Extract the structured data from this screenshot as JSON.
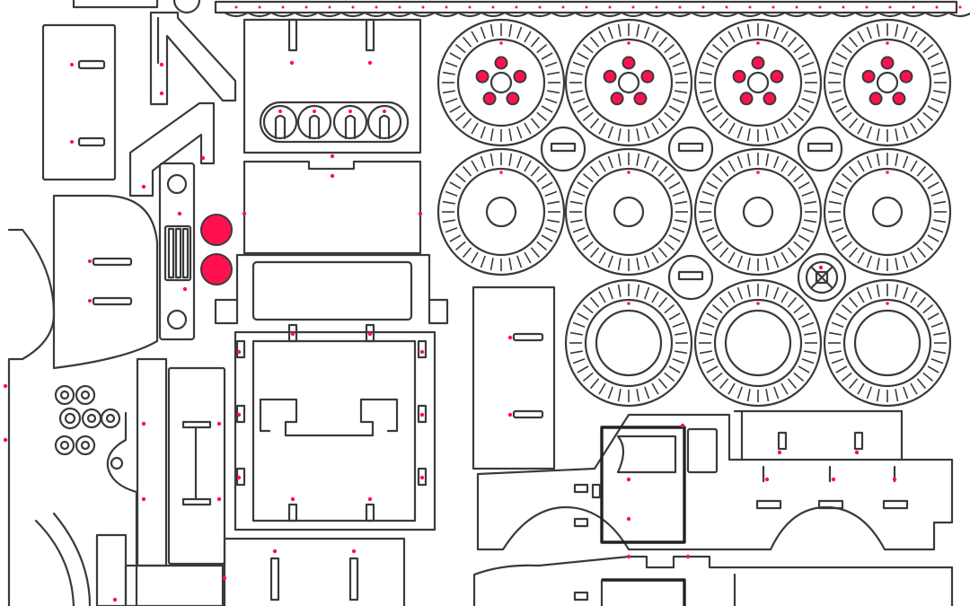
{
  "sheet": {
    "background": "#ffffff",
    "cut_line_color": "#3a3a3a",
    "engrave_color": "#ff1150"
  },
  "gears": {
    "rows": [
      {
        "count": 4,
        "hub": "bolt-pattern"
      },
      {
        "count": 4,
        "hub": "axle-hole"
      },
      {
        "count": 3,
        "hub": "large-bore"
      }
    ],
    "spacer_discs": 4,
    "cross_hub_disc": 1
  },
  "parts": {
    "truck_cab_panels": 2,
    "engine_block_bores": 4,
    "headlights": 2
  }
}
